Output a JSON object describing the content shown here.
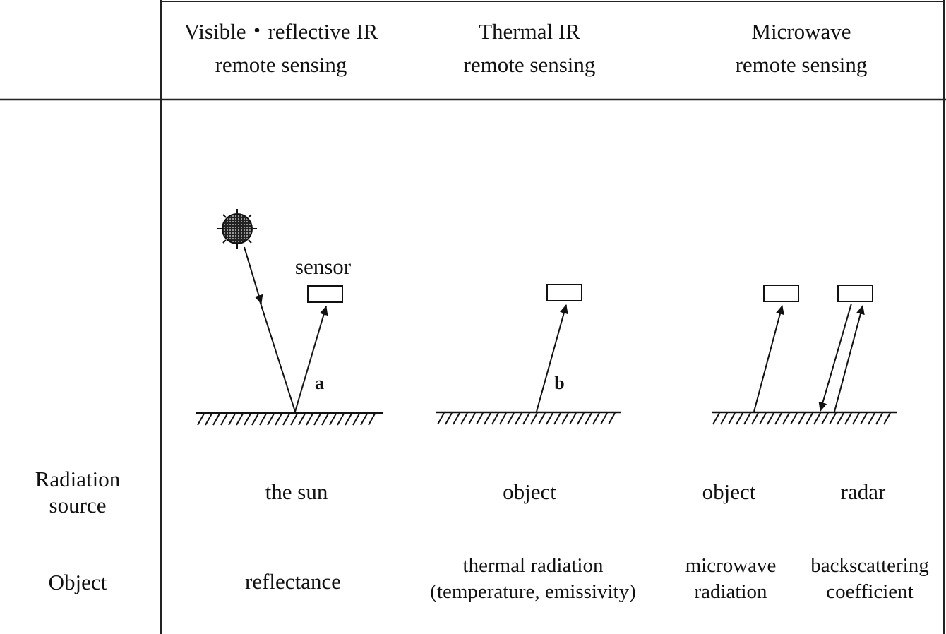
{
  "header": {
    "col1": [
      "Visible・reflective IR",
      "remote sensing"
    ],
    "col2": [
      "Thermal IR",
      "remote sensing"
    ],
    "col3": [
      "Microwave",
      "remote sensing"
    ]
  },
  "diagram": {
    "sensor_label": "sensor",
    "label_a": "a",
    "label_b": "b"
  },
  "rows": {
    "radiation_source": {
      "label": [
        "Radiation",
        "source"
      ],
      "col1": "the sun",
      "col2": "object",
      "col3a": "object",
      "col3b": "radar"
    },
    "object": {
      "label": "Object",
      "col1": "reflectance",
      "col2": [
        "thermal radiation",
        "(temperature, emissivity)"
      ],
      "col3a": [
        "microwave",
        "radiation"
      ],
      "col3b": [
        "backscattering",
        "coefficient"
      ]
    }
  }
}
